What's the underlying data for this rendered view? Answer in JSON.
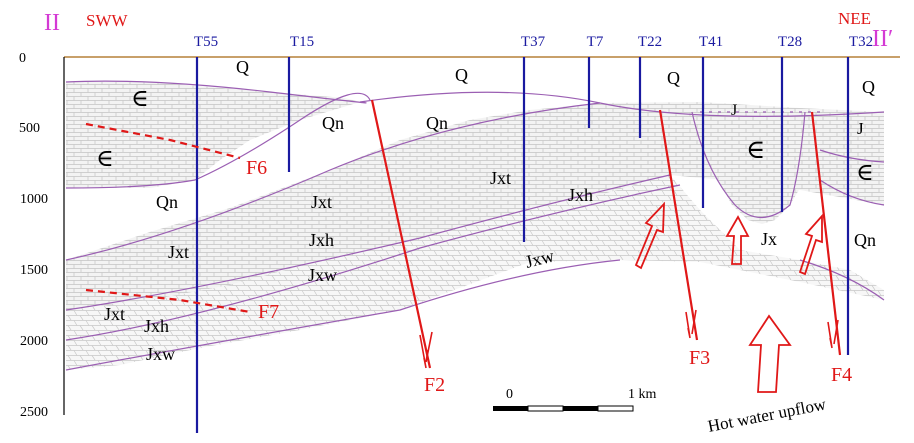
{
  "section": {
    "start_label": "II",
    "end_label": "II′",
    "start_direction": "SWW",
    "end_direction": "NEE"
  },
  "depth_axis": {
    "ticks": [
      "0",
      "500",
      "1000",
      "1500",
      "2000",
      "2500"
    ]
  },
  "boreholes": [
    "T55",
    "T15",
    "T37",
    "T7",
    "T22",
    "T41",
    "T28",
    "T32"
  ],
  "faults": [
    "F2",
    "F3",
    "F4",
    "F6",
    "F7"
  ],
  "formations": {
    "q": "Q",
    "qn": "Qn",
    "cambrian": "∈",
    "j": "J",
    "jx": "Jx",
    "jxt": "Jxt",
    "jxh": "Jxh",
    "jxw": "Jxw"
  },
  "scale_bar": {
    "zero": "0",
    "length": "1 km"
  },
  "annotation": {
    "upflow": "Hot water upflow"
  },
  "colors": {
    "surface": "#c8a06a",
    "borehole": "#1a1aa0",
    "fault": "#e01818",
    "contact": "#9b5fb3",
    "section_label": "#d43ad4",
    "pattern": "#b9b9b9"
  }
}
